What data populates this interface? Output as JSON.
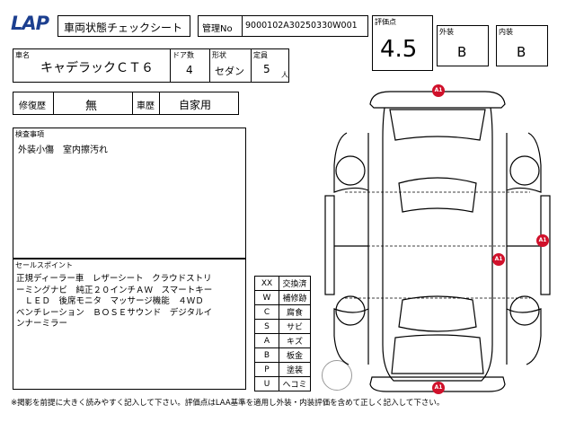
{
  "header": {
    "logo": "LAP",
    "title": "車両状態チェックシート",
    "mgmt_label": "管理No",
    "mgmt_no": "9000102A30250330W001",
    "score_label": "評価点",
    "score": "4.5",
    "exterior_label": "外装",
    "exterior": "B",
    "interior_label": "内装",
    "interior": "B"
  },
  "vehicle": {
    "name_label": "車名",
    "name": "キャデラックＣＴ６",
    "doors_label": "ドア数",
    "doors": "4",
    "body_label": "形状",
    "body": "セダン",
    "capacity_label": "定員",
    "capacity": "5",
    "capacity_unit": "人"
  },
  "history": {
    "repair_label": "修復歴",
    "repair": "無",
    "usage_label": "車歴",
    "usage": "自家用"
  },
  "inspection": {
    "label": "検査事項",
    "text": "外装小傷　室内擦汚れ"
  },
  "sales": {
    "label": "セールスポイント",
    "lines": [
      "正規ディーラー車　レザーシート　クラウドストリ",
      "ーミングナビ　純正２０インチＡＷ　スマートキー",
      "　ＬＥＤ　後席モニタ　マッサージ機能　４ＷＤ",
      "ベンチレーション　ＢＯＳＥサウンド　デジタルイ",
      "ンナーミラー"
    ]
  },
  "legend": [
    {
      "code": "XX",
      "meaning": "交換済"
    },
    {
      "code": "W",
      "meaning": "補修跡"
    },
    {
      "code": "C",
      "meaning": "腐食"
    },
    {
      "code": "S",
      "meaning": "サビ"
    },
    {
      "code": "A",
      "meaning": "キズ"
    },
    {
      "code": "B",
      "meaning": "板金"
    },
    {
      "code": "P",
      "meaning": "塗装"
    },
    {
      "code": "U",
      "meaning": "ヘコミ"
    }
  ],
  "markers": [
    {
      "code": "A1"
    },
    {
      "code": "A1"
    },
    {
      "code": "A1"
    },
    {
      "code": "A1"
    }
  ],
  "footer": "※掲影を前提に大きく読みやすく記入して下さい。評価点はLAA基準を適用し外装・内装評価を含めて正しく記入して下さい。",
  "colors": {
    "logo": "#1c3f8f",
    "marker": "#d0112b"
  }
}
